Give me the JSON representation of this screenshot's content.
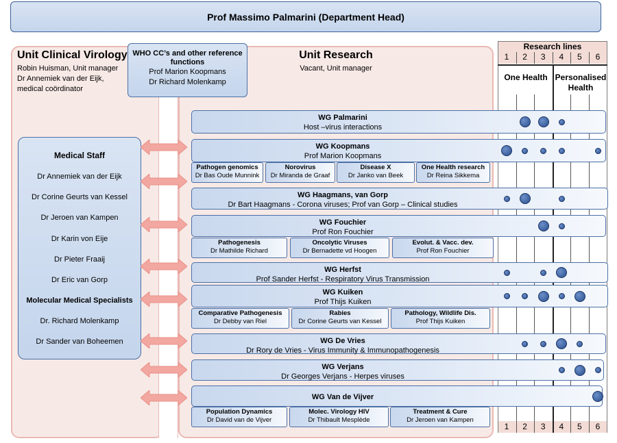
{
  "header": "Prof Massimo Palmarini (Department Head)",
  "clinical": {
    "title": "Unit Clinical Virology",
    "lines": [
      "Robin Huisman, Unit manager",
      "Dr Annemiek van der Eijk,",
      "medical coördinator"
    ]
  },
  "who": {
    "title": "WHO CC’s and other reference functions",
    "lines": [
      "Prof Marion Koopmans",
      "Dr Richard Molenkamp"
    ]
  },
  "research": {
    "title": "Unit Research",
    "manager": "Vacant, Unit manager"
  },
  "staff": {
    "heading": "Medical Staff",
    "members": [
      "Dr Annemiek van der Eijk",
      "Dr Corine Geurts van Kessel",
      "Dr Jeroen van Kampen",
      "Dr Karin von Eije",
      "Dr Pieter Fraaij",
      "Dr Eric van Gorp"
    ],
    "heading2": "Molecular Medical Specialists",
    "members2": [
      "Dr. Richard Molenkamp",
      "Dr Sander van Boheemen"
    ]
  },
  "research_lines": {
    "title": "Research lines",
    "numbers": [
      "1",
      "2",
      "3",
      "4",
      "5",
      "6"
    ],
    "group1": "One Health",
    "group2": "Personalised Health"
  },
  "groups": [
    {
      "name": "WG Palmarini",
      "sub": "Host –virus interactions",
      "dots": [
        0,
        3,
        3,
        1,
        0,
        0
      ]
    },
    {
      "name": "WG Koopmans",
      "sub": "Prof Marion Koopmans",
      "dots": [
        3,
        1,
        1,
        1,
        0,
        1
      ],
      "subgroups": [
        {
          "t": "Pathogen genomics",
          "s": "Dr Bas Oude Munnink"
        },
        {
          "t": "Norovirus",
          "s": "Dr Miranda de Graaf"
        },
        {
          "t": "Disease X",
          "s": "Dr Janko van Beek"
        },
        {
          "t": "One Health research",
          "s": "Dr Reina Sikkema"
        }
      ]
    },
    {
      "name": "WG Haagmans, van Gorp",
      "sub": "Dr Bart Haagmans - Corona viruses; Prof van Gorp – Clinical studies",
      "dots": [
        1,
        3,
        0,
        1,
        0,
        0
      ]
    },
    {
      "name": "WG Fouchier",
      "sub": "Prof Ron Fouchier",
      "dots": [
        0,
        0,
        3,
        1,
        0,
        0
      ],
      "subgroups": [
        {
          "t": "Pathogenesis",
          "s": "Dr Mathilde Richard"
        },
        {
          "t": "Oncolytic Viruses",
          "s": "Dr Bernadette vd Hoogen"
        },
        {
          "t": "Evolut. & Vacc. dev.",
          "s": "Prof Ron Fouchier"
        }
      ]
    },
    {
      "name": "WG Herfst",
      "sub": "Prof Sander Herfst - Respiratory Virus Transmission",
      "dots": [
        1,
        0,
        1,
        3,
        0,
        0
      ]
    },
    {
      "name": "WG Kuiken",
      "sub": "Prof Thijs Kuiken",
      "dots": [
        1,
        1,
        3,
        1,
        3,
        0
      ],
      "subgroups": [
        {
          "t": "Comparative Pathogenesis",
          "s": "Dr Debby van Riel"
        },
        {
          "t": "Rabies",
          "s": "Dr Corine Geurts van Kessel"
        },
        {
          "t": "Pathology,  Wildlife Dis.",
          "s": "Prof Thijs Kuiken"
        }
      ]
    },
    {
      "name": "WG De Vries",
      "sub": "Dr Rory de Vries - Virus Immunity & Immunopathogenesis",
      "dots": [
        0,
        1,
        1,
        3,
        1,
        0
      ]
    },
    {
      "name": "WG Verjans",
      "sub": "Dr Georges Verjans - Herpes viruses",
      "dots": [
        0,
        0,
        0,
        1,
        3,
        1
      ]
    },
    {
      "name": "WG Van de Vijver",
      "sub": "",
      "dots": [
        0,
        0,
        0,
        0,
        0,
        3
      ],
      "subgroups": [
        {
          "t": "Population Dynamics",
          "s": "Dr David van de Vijver"
        },
        {
          "t": "Molec. Virology HIV",
          "s": "Dr Thibault Mesplède"
        },
        {
          "t": "Treatment  & Cure",
          "s": "Dr Jeroen van Kampen"
        }
      ]
    }
  ]
}
